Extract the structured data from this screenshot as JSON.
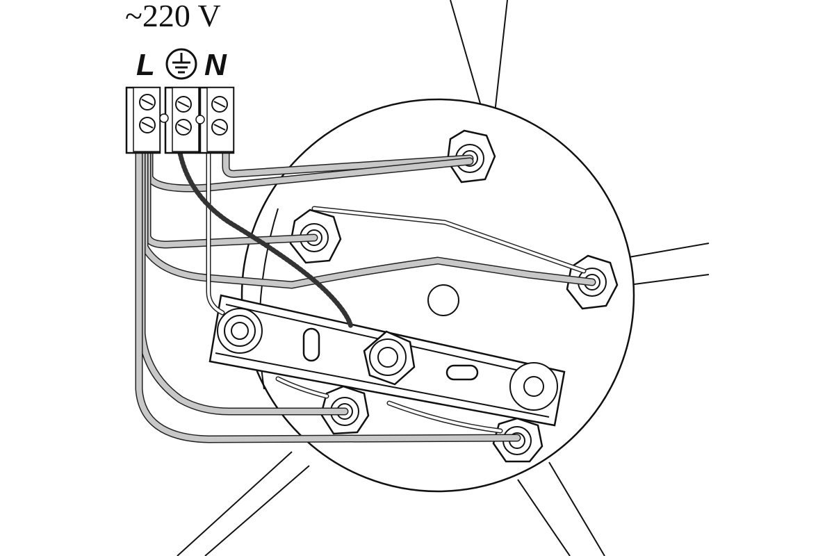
{
  "supply": {
    "voltage_label": "~220 V",
    "terminals": [
      {
        "id": "line",
        "label": "L"
      },
      {
        "id": "earth",
        "label": ""
      },
      {
        "id": "neutral",
        "label": "N"
      }
    ]
  },
  "icons": {
    "earth": "ground-symbol-icon"
  },
  "colors": {
    "line_art": "#111111",
    "wire_fill": "#c8c8c8",
    "background": "#ffffff"
  }
}
